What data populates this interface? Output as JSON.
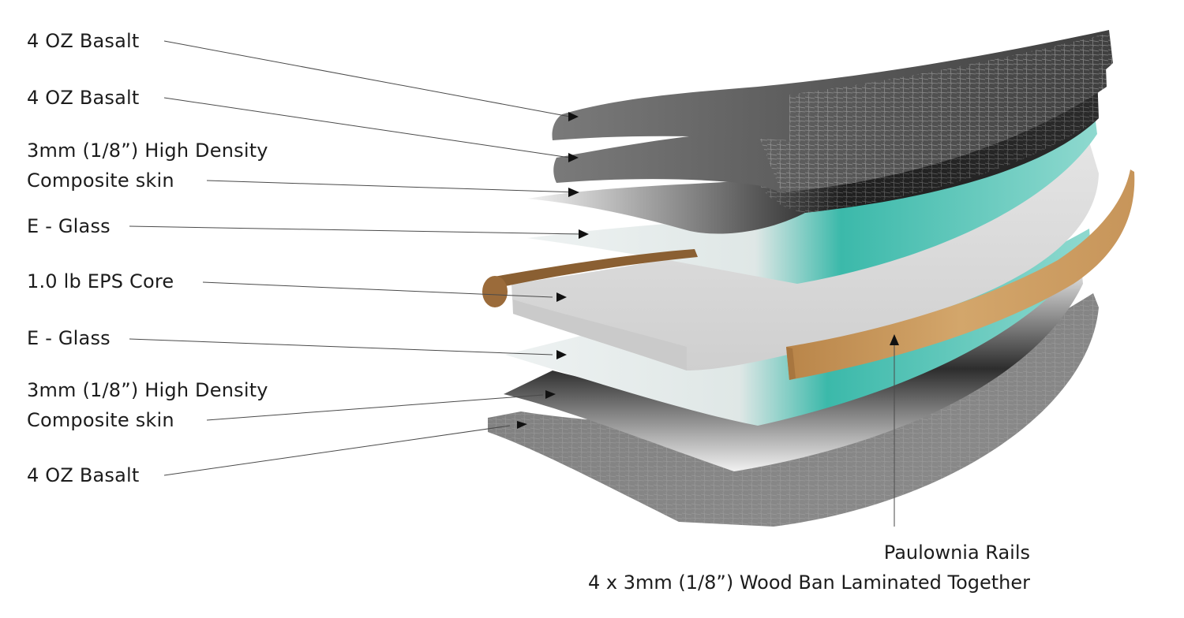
{
  "diagram": {
    "title": "Board construction layers",
    "layers": [
      {
        "id": "basalt-top-1",
        "lines": [
          "4 OZ Basalt"
        ]
      },
      {
        "id": "basalt-top-2",
        "lines": [
          "4 OZ Basalt"
        ]
      },
      {
        "id": "skin-top",
        "lines": [
          "3mm (1/8”) High Density",
          "Composite skin"
        ]
      },
      {
        "id": "eglass-top",
        "lines": [
          "E - Glass"
        ]
      },
      {
        "id": "eps-core",
        "lines": [
          "1.0 lb EPS Core"
        ]
      },
      {
        "id": "eglass-bottom",
        "lines": [
          "E - Glass"
        ]
      },
      {
        "id": "skin-bottom",
        "lines": [
          "3mm (1/8”) High Density",
          "Composite skin"
        ]
      },
      {
        "id": "basalt-bottom",
        "lines": [
          "4 OZ Basalt"
        ]
      }
    ],
    "rails": {
      "lines": [
        "Paulownia Rails",
        "4 x 3mm (1/8”) Wood Ban Laminated Together"
      ]
    },
    "colors": {
      "basalt": "#6f6f6f",
      "basalt_dark": "#4a4a4a",
      "skin": "#e9ebeb",
      "eglass": "#2fb5a6",
      "eglass_light": "#8fd9cf",
      "core": "#d9dada",
      "wood": "#c99a5c",
      "wood_dark": "#8a5f32",
      "leader": "#4a4a4a",
      "arrow": "#111111"
    }
  }
}
